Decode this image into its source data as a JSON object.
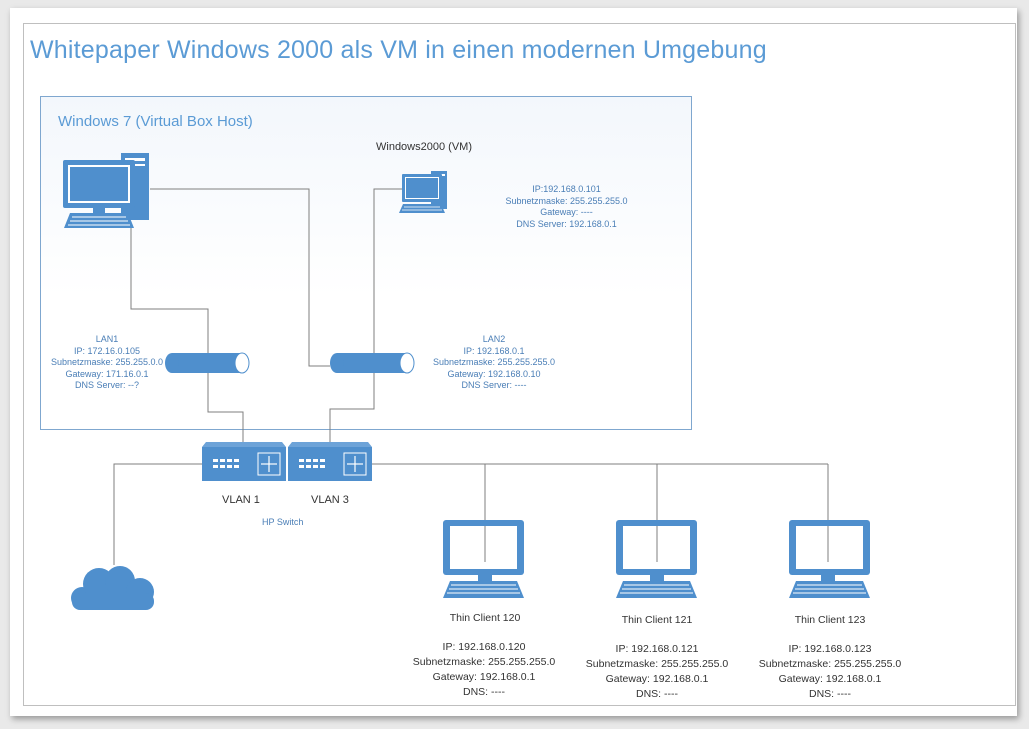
{
  "title": "Whitepaper Windows 2000 als VM in einen modernen Umgebung",
  "host": {
    "label": "Windows 7 (Virtual Box Host)"
  },
  "vm": {
    "label": "Windows2000 (VM)",
    "ip": "IP:192.168.0.101",
    "subnet": "Subnetzmaske: 255.255.255.0",
    "gateway": "Gateway: ----",
    "dns": "DNS Server: 192.168.0.1"
  },
  "lan1": {
    "name": "LAN1",
    "ip": "IP: 172.16.0.105",
    "subnet": "Subnetzmaske: 255.255.0.0",
    "gateway": "Gateway: 171.16.0.1",
    "dns": "DNS Server: --?"
  },
  "lan2": {
    "name": "LAN2",
    "ip": "IP: 192.168.0.1",
    "subnet": "Subnetzmaske: 255.255.255.0",
    "gateway": "Gateway: 192.168.0.10",
    "dns": "DNS Server: ----"
  },
  "switch": {
    "vlan1": "VLAN 1",
    "vlan3": "VLAN 3",
    "name": "HP Switch"
  },
  "clients": [
    {
      "name": "Thin Client 120",
      "ip": "IP: 192.168.0.120",
      "subnet": "Subnetzmaske: 255.255.255.0",
      "gateway": "Gateway: 192.168.0.1",
      "dns": "DNS: ----"
    },
    {
      "name": "Thin Client 121",
      "ip": "IP: 192.168.0.121",
      "subnet": "Subnetzmaske: 255.255.255.0",
      "gateway": "Gateway: 192.168.0.1",
      "dns": "DNS: ----"
    },
    {
      "name": "Thin Client 123",
      "ip": "IP: 192.168.0.123",
      "subnet": "Subnetzmaske: 255.255.255.0",
      "gateway": "Gateway: 192.168.0.1",
      "dns": "DNS: ----"
    }
  ],
  "colors": {
    "accent": "#5b9bd5",
    "device_fill": "#4f8fcd",
    "line": "#7f7f7f"
  }
}
